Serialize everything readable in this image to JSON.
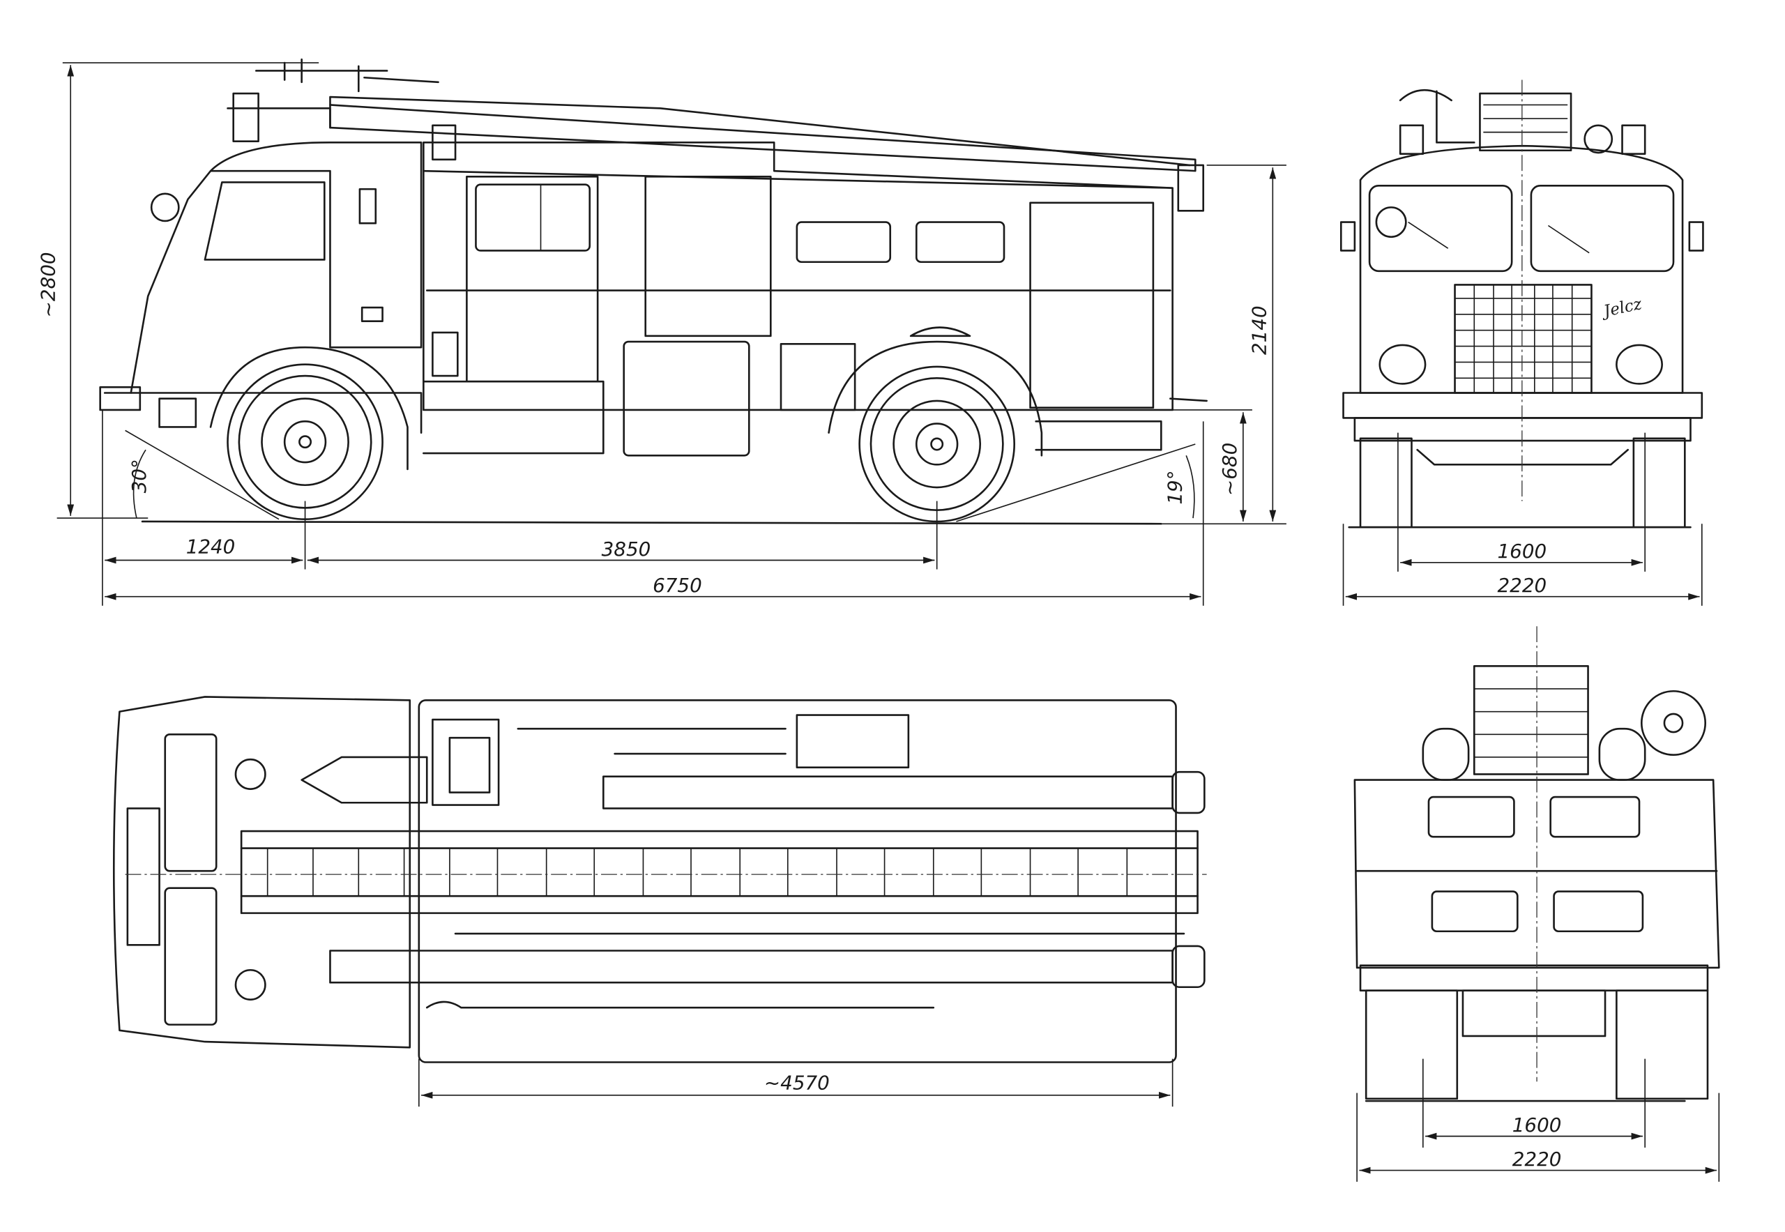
{
  "side_view": {
    "dims": {
      "overall_height": "~2800",
      "cab_height": "2140",
      "rear_overhang_height": "~680",
      "approach_angle": "30°",
      "departure_angle": "19°",
      "front_overhang": "1240",
      "wheelbase": "3850",
      "overall_length": "6750"
    }
  },
  "front_view": {
    "logo": "Jelcz",
    "dims": {
      "track": "1600",
      "width": "2220"
    }
  },
  "top_view": {
    "dims": {
      "body_length": "~4570"
    }
  },
  "rear_view": {
    "dims": {
      "track": "1600",
      "width": "2220"
    }
  }
}
